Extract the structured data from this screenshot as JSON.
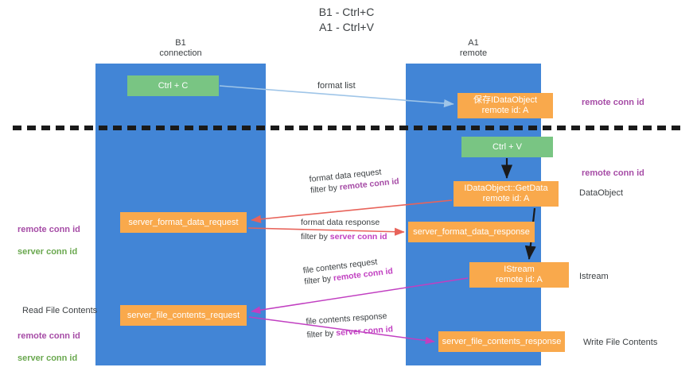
{
  "title": "B1 - Ctrl+C\nA1 - Ctrl+V",
  "lanes": {
    "left": {
      "header": "B1\nconnection"
    },
    "right": {
      "header": "A1\nremote"
    }
  },
  "nodes": {
    "ctrl_c": "Ctrl + C",
    "ctrl_v": "Ctrl + V",
    "idataobject": "保存IDataObject\nremote id: A",
    "getdata": "IDataObject::GetData\nremote id: A",
    "istream": "IStream\nremote id: A",
    "server_format_data_request": "server_format_data_request",
    "server_format_data_response": "server_format_data_response",
    "server_file_contents_request": "server_file_contents_request",
    "server_file_contents_response": "server_file_contents_response"
  },
  "edges": {
    "format_list": "format list",
    "format_data_request": {
      "line1": "format data request",
      "line2_prefix": "filter by ",
      "line2_key": "remote conn id"
    },
    "format_data_response": {
      "line1": "format data response",
      "line2_prefix": "filter by ",
      "line2_key": "server conn id"
    },
    "file_contents_request": {
      "line1": "file contents request",
      "line2_prefix": "filter by ",
      "line2_key": "remote conn id"
    },
    "file_contents_response": {
      "line1": "file contents response",
      "line2_prefix": "filter by ",
      "line2_key": "server conn id"
    }
  },
  "annotations": {
    "remote_conn_id_top": "remote conn id",
    "remote_conn_id_mid": "remote conn id",
    "dataobject": "DataObject",
    "istream": "Istream",
    "write_file_contents": "Write File Contents",
    "read_file_contents": "Read File Contents",
    "left_ids_mid": {
      "remote": "remote conn id",
      "server": "server conn id"
    },
    "left_ids_bottom": {
      "remote": "remote conn id",
      "server": "server conn id"
    }
  },
  "colors": {
    "lane": "#4285d6",
    "node_orange": "#f9a94c",
    "node_green": "#79c583",
    "key_purple": "#a64ca6",
    "key_green": "#6aa84f",
    "arrow_blue": "#9fc5e8",
    "arrow_red": "#e8635a",
    "arrow_magenta": "#c13fc1",
    "arrow_black": "#1a1a1a",
    "divider": "#1a1a1a"
  }
}
